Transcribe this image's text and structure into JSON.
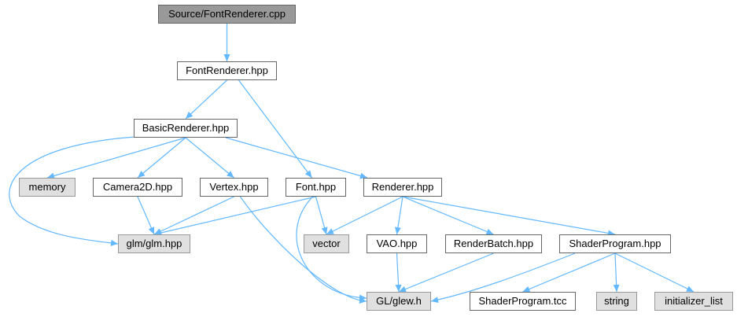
{
  "nodes": [
    {
      "id": "fontrenderer_cpp",
      "label": "Source/FontRenderer.cpp",
      "kind": "root"
    },
    {
      "id": "fontrenderer_hpp",
      "label": "FontRenderer.hpp",
      "kind": "local"
    },
    {
      "id": "basicrenderer_hpp",
      "label": "BasicRenderer.hpp",
      "kind": "local"
    },
    {
      "id": "memory",
      "label": "memory",
      "kind": "external"
    },
    {
      "id": "camera2d_hpp",
      "label": "Camera2D.hpp",
      "kind": "local"
    },
    {
      "id": "vertex_hpp",
      "label": "Vertex.hpp",
      "kind": "local"
    },
    {
      "id": "font_hpp",
      "label": "Font.hpp",
      "kind": "local"
    },
    {
      "id": "renderer_hpp",
      "label": "Renderer.hpp",
      "kind": "local"
    },
    {
      "id": "glm_hpp",
      "label": "glm/glm.hpp",
      "kind": "external"
    },
    {
      "id": "vector",
      "label": "vector",
      "kind": "external"
    },
    {
      "id": "vao_hpp",
      "label": "VAO.hpp",
      "kind": "local"
    },
    {
      "id": "renderbatch_hpp",
      "label": "RenderBatch.hpp",
      "kind": "local"
    },
    {
      "id": "shaderprogram_hpp",
      "label": "ShaderProgram.hpp",
      "kind": "local"
    },
    {
      "id": "glew_h",
      "label": "GL/glew.h",
      "kind": "external"
    },
    {
      "id": "shaderprogram_tcc",
      "label": "ShaderProgram.tcc",
      "kind": "local"
    },
    {
      "id": "string",
      "label": "string",
      "kind": "external"
    },
    {
      "id": "initializer_list",
      "label": "initializer_list",
      "kind": "external"
    }
  ],
  "edges": [
    [
      "fontrenderer_cpp",
      "fontrenderer_hpp"
    ],
    [
      "fontrenderer_hpp",
      "basicrenderer_hpp"
    ],
    [
      "fontrenderer_hpp",
      "font_hpp"
    ],
    [
      "basicrenderer_hpp",
      "memory"
    ],
    [
      "basicrenderer_hpp",
      "camera2d_hpp"
    ],
    [
      "basicrenderer_hpp",
      "vertex_hpp"
    ],
    [
      "basicrenderer_hpp",
      "renderer_hpp"
    ],
    [
      "basicrenderer_hpp",
      "glm_hpp"
    ],
    [
      "camera2d_hpp",
      "glm_hpp"
    ],
    [
      "vertex_hpp",
      "glm_hpp"
    ],
    [
      "vertex_hpp",
      "glew_h"
    ],
    [
      "font_hpp",
      "glm_hpp"
    ],
    [
      "font_hpp",
      "vector"
    ],
    [
      "font_hpp",
      "glew_h"
    ],
    [
      "renderer_hpp",
      "vector"
    ],
    [
      "renderer_hpp",
      "vao_hpp"
    ],
    [
      "renderer_hpp",
      "renderbatch_hpp"
    ],
    [
      "renderer_hpp",
      "shaderprogram_hpp"
    ],
    [
      "vao_hpp",
      "glew_h"
    ],
    [
      "renderbatch_hpp",
      "glew_h"
    ],
    [
      "shaderprogram_hpp",
      "glew_h"
    ],
    [
      "shaderprogram_hpp",
      "shaderprogram_tcc"
    ],
    [
      "shaderprogram_hpp",
      "string"
    ],
    [
      "shaderprogram_hpp",
      "initializer_list"
    ]
  ],
  "colors": {
    "edge": "#63b8ff",
    "local_fill": "#ffffff",
    "external_fill": "#e0e0e0",
    "root_fill": "#999999",
    "border": "#666666"
  }
}
